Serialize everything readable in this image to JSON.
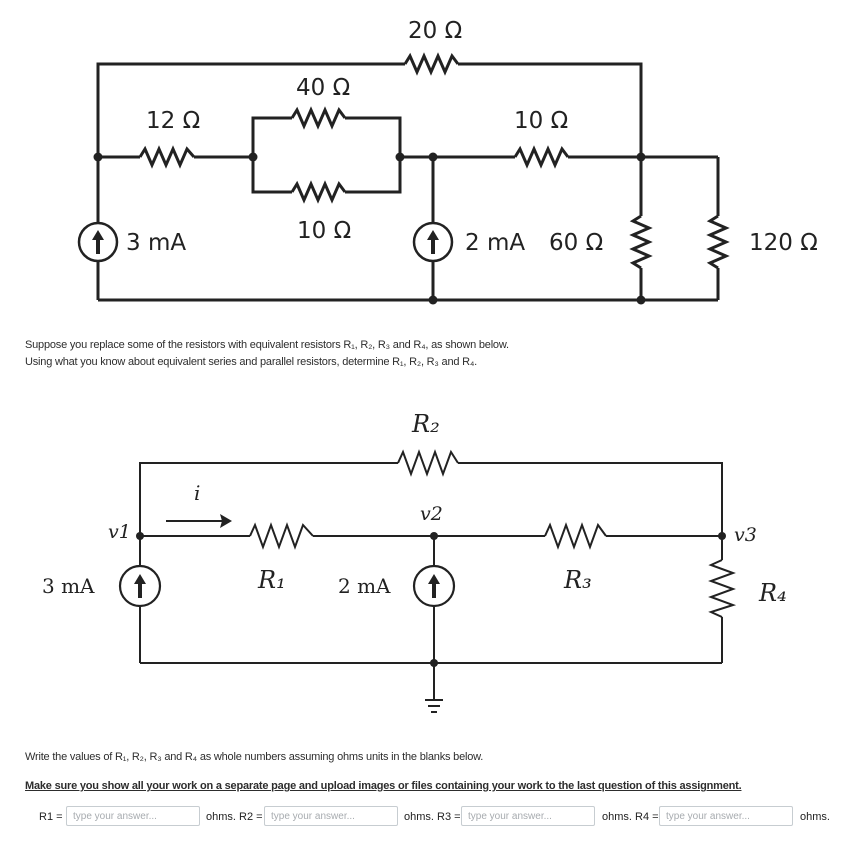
{
  "circuit1": {
    "r20": "20 Ω",
    "r40": "40 Ω",
    "r12": "12 Ω",
    "r10a": "10 Ω",
    "r10b": "10 Ω",
    "src1": "3 mA",
    "src2": "2 mA",
    "r60": "60 Ω",
    "r120": "120 Ω"
  },
  "question": {
    "line1": "Suppose you replace some of the resistors with equivalent resistors R₁, R₂, R₃ and R₄, as shown below.",
    "line2": "Using what you know about equivalent series and parallel resistors, determine R₁, R₂, R₃ and R₄."
  },
  "circuit2": {
    "R2": "R₂",
    "R1": "R₁",
    "R3": "R₃",
    "R4": "R₄",
    "i": "i",
    "v1": "v1",
    "v2": "v2",
    "v3": "v3",
    "src1": "3 mA",
    "src2": "2 mA"
  },
  "instructions": {
    "write": "Write the values of R₁, R₂, R₃ and R₄ as whole numbers assuming ohms units in the blanks below.",
    "upload": "Make sure you show all your work on a separate page and upload images or files containing your work to the last question of this assignment."
  },
  "answers": {
    "r1_label": "R1 =",
    "r2_label": "ohms. R2 =",
    "r3_label": "ohms. R3 =",
    "r4_label": "ohms. R4 =",
    "end_label": "ohms.",
    "placeholder": "type your answer..."
  }
}
